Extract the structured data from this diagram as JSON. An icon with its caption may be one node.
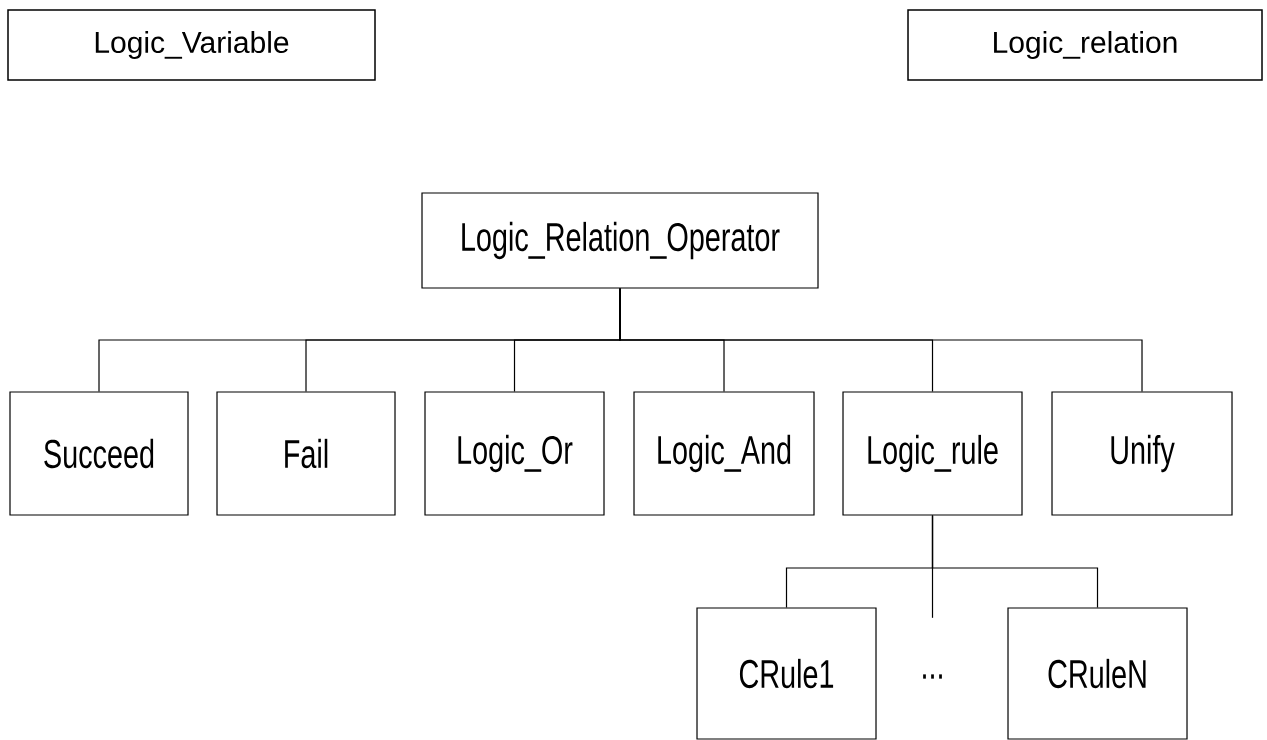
{
  "diagram": {
    "nodes": [
      {
        "text": [
          "Logic_Variable"
        ]
      },
      {
        "text": [
          "Logic_relation"
        ]
      },
      {
        "text": [
          "Logic_Relation_Operator"
        ]
      },
      {
        "text": [
          "Succeed"
        ]
      },
      {
        "text": [
          "Fail"
        ]
      },
      {
        "text": [
          "Logic_Or"
        ]
      },
      {
        "text": [
          "Logic_And"
        ]
      },
      {
        "text": [
          "Logic_rule"
        ]
      },
      {
        "text": [
          "Unify"
        ]
      },
      {
        "text": [
          "CRule1"
        ]
      },
      {
        "text": [
          "..."
        ]
      },
      {
        "text": [
          "CRuleN"
        ]
      }
    ],
    "edges": [
      {
        "from": 2,
        "to": 3,
        "arrow": "none"
      },
      {
        "from": 2,
        "to": 4,
        "arrow": "none"
      },
      {
        "from": 2,
        "to": 5,
        "arrow": "none"
      },
      {
        "from": 2,
        "to": 6,
        "arrow": "none"
      },
      {
        "from": 2,
        "to": 7,
        "arrow": "none"
      },
      {
        "from": 2,
        "to": 8,
        "arrow": "none"
      },
      {
        "from": 7,
        "to": 9,
        "arrow": "none"
      },
      {
        "from": 7,
        "to": 10,
        "arrow": "none"
      },
      {
        "from": 7,
        "to": 11,
        "arrow": "none"
      }
    ]
  }
}
